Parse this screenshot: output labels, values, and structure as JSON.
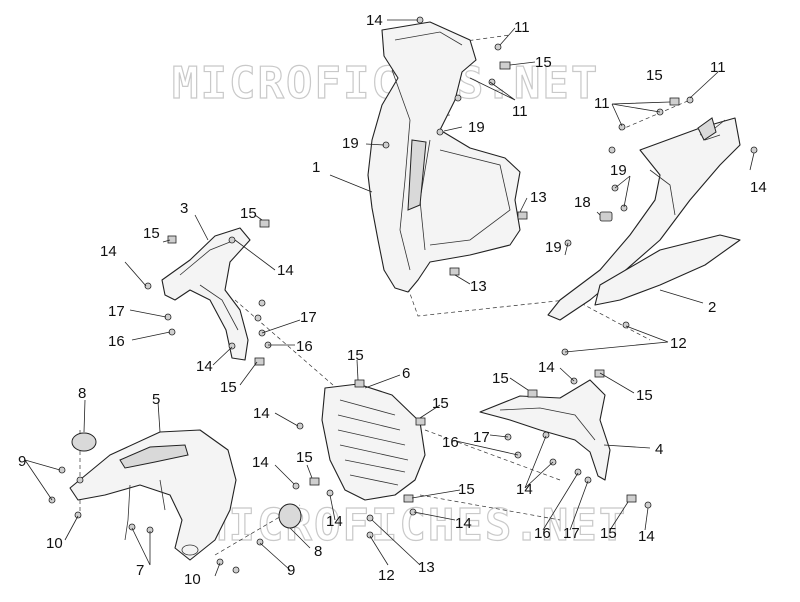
{
  "watermarks": [
    "MICROFICHES.NET",
    "MICROFICHES.NET"
  ],
  "callouts": [
    {
      "id": "c14a",
      "text": "14"
    },
    {
      "id": "c11a",
      "text": "11"
    },
    {
      "id": "c15a",
      "text": "15"
    },
    {
      "id": "c11b",
      "text": "11"
    },
    {
      "id": "c15b",
      "text": "15"
    },
    {
      "id": "c11c",
      "text": "11"
    },
    {
      "id": "c11d",
      "text": "11"
    },
    {
      "id": "c19a",
      "text": "19"
    },
    {
      "id": "c19b",
      "text": "19"
    },
    {
      "id": "c1",
      "text": "1"
    },
    {
      "id": "c19c",
      "text": "19"
    },
    {
      "id": "c14b",
      "text": "14"
    },
    {
      "id": "c13a",
      "text": "13"
    },
    {
      "id": "c18",
      "text": "18"
    },
    {
      "id": "c3",
      "text": "3"
    },
    {
      "id": "c15c",
      "text": "15"
    },
    {
      "id": "c15d",
      "text": "15"
    },
    {
      "id": "c14c",
      "text": "14"
    },
    {
      "id": "c14d",
      "text": "14"
    },
    {
      "id": "c19d",
      "text": "19"
    },
    {
      "id": "c13b",
      "text": "13"
    },
    {
      "id": "c2",
      "text": "2"
    },
    {
      "id": "c17a",
      "text": "17"
    },
    {
      "id": "c17b",
      "text": "17"
    },
    {
      "id": "c16a",
      "text": "16"
    },
    {
      "id": "c16b",
      "text": "16"
    },
    {
      "id": "c12a",
      "text": "12"
    },
    {
      "id": "c14e",
      "text": "14"
    },
    {
      "id": "c15e",
      "text": "15"
    },
    {
      "id": "c15f",
      "text": "15"
    },
    {
      "id": "c14f",
      "text": "14"
    },
    {
      "id": "c6",
      "text": "6"
    },
    {
      "id": "c15g",
      "text": "15"
    },
    {
      "id": "c15h",
      "text": "15"
    },
    {
      "id": "c8a",
      "text": "8"
    },
    {
      "id": "c5",
      "text": "5"
    },
    {
      "id": "c14g",
      "text": "14"
    },
    {
      "id": "c15i",
      "text": "15"
    },
    {
      "id": "c4",
      "text": "4"
    },
    {
      "id": "c16c",
      "text": "16"
    },
    {
      "id": "c17c",
      "text": "17"
    },
    {
      "id": "c14h",
      "text": "14"
    },
    {
      "id": "c9a",
      "text": "9"
    },
    {
      "id": "c14i",
      "text": "14"
    },
    {
      "id": "c15j",
      "text": "15"
    },
    {
      "id": "c15k",
      "text": "15"
    },
    {
      "id": "c10a",
      "text": "10"
    },
    {
      "id": "c8b",
      "text": "8"
    },
    {
      "id": "c14j",
      "text": "14"
    },
    {
      "id": "c14k",
      "text": "14"
    },
    {
      "id": "c16d",
      "text": "16"
    },
    {
      "id": "c17d",
      "text": "17"
    },
    {
      "id": "c15l",
      "text": "15"
    },
    {
      "id": "c14l",
      "text": "14"
    },
    {
      "id": "c7",
      "text": "7"
    },
    {
      "id": "c9b",
      "text": "9"
    },
    {
      "id": "c10b",
      "text": "10"
    },
    {
      "id": "c12b",
      "text": "12"
    },
    {
      "id": "c13c",
      "text": "13"
    }
  ]
}
